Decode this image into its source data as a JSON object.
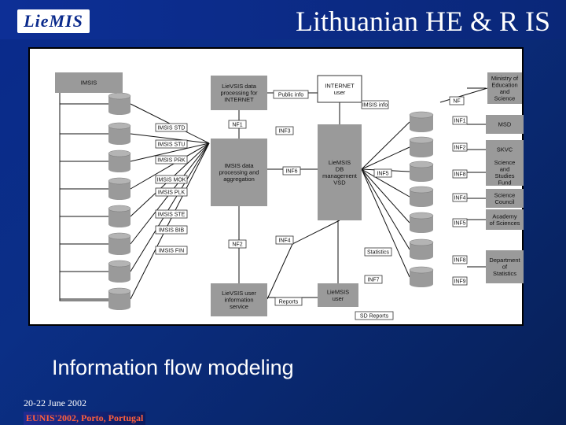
{
  "logo": {
    "text": "LieMIS"
  },
  "title": "Lithuanian HE & R IS",
  "caption": "Information flow modeling",
  "footer": {
    "date": "20-22 June 2002",
    "conference": "EUNIS'2002, Porto, Portugal"
  },
  "diagram": {
    "boxes": {
      "imsis": "IMSIS",
      "lievsis_data": [
        "LieVSIS data",
        "processing for",
        "INTERNET"
      ],
      "public_info": "Public info",
      "internet_user": [
        "INTERNET",
        "user"
      ],
      "imsis_proc": [
        "IMSIS data",
        "processing and",
        "aggregation"
      ],
      "liemsis_db": [
        "LieMSIS",
        "DB",
        "management",
        "VSD"
      ],
      "lievsis_user": [
        "LieVSIS user",
        "information",
        "service"
      ],
      "reports": "Reports",
      "liemsis_user": [
        "LieMSIS",
        "user"
      ],
      "sd_reports": "SD Reports",
      "statistics": "Statistics"
    },
    "left_labels": [
      "IMSIS STD",
      "IMSIS STU",
      "IMSIS PRK",
      "IMSIS MOK",
      "IMSIS PLK",
      "IMSIS STE",
      "IMSIS BIB",
      "IMSIS FIN"
    ],
    "flows": {
      "nf1": "NF1",
      "nf2": "NF2",
      "inf3": "INF3",
      "inf6": "INF6",
      "inf5": "INF5",
      "inf4": "INF4",
      "inf7": "INF7",
      "imsis_info": "IMSIS info",
      "nf_right": "NF"
    },
    "inf_labels": [
      "INF1",
      "INF2",
      "INF8",
      "INF4",
      "INF5",
      "INF8",
      "INF9"
    ],
    "institutions": [
      [
        "Ministry of",
        "Education",
        "and",
        "Science"
      ],
      [
        "MSD"
      ],
      [
        "SKVC"
      ],
      [
        "Science",
        "and",
        "Studies",
        "Fund"
      ],
      [
        "Science",
        "Council"
      ],
      [
        "Academy",
        "of Sciences"
      ],
      [
        "Department",
        "of",
        "Statistics"
      ]
    ]
  }
}
